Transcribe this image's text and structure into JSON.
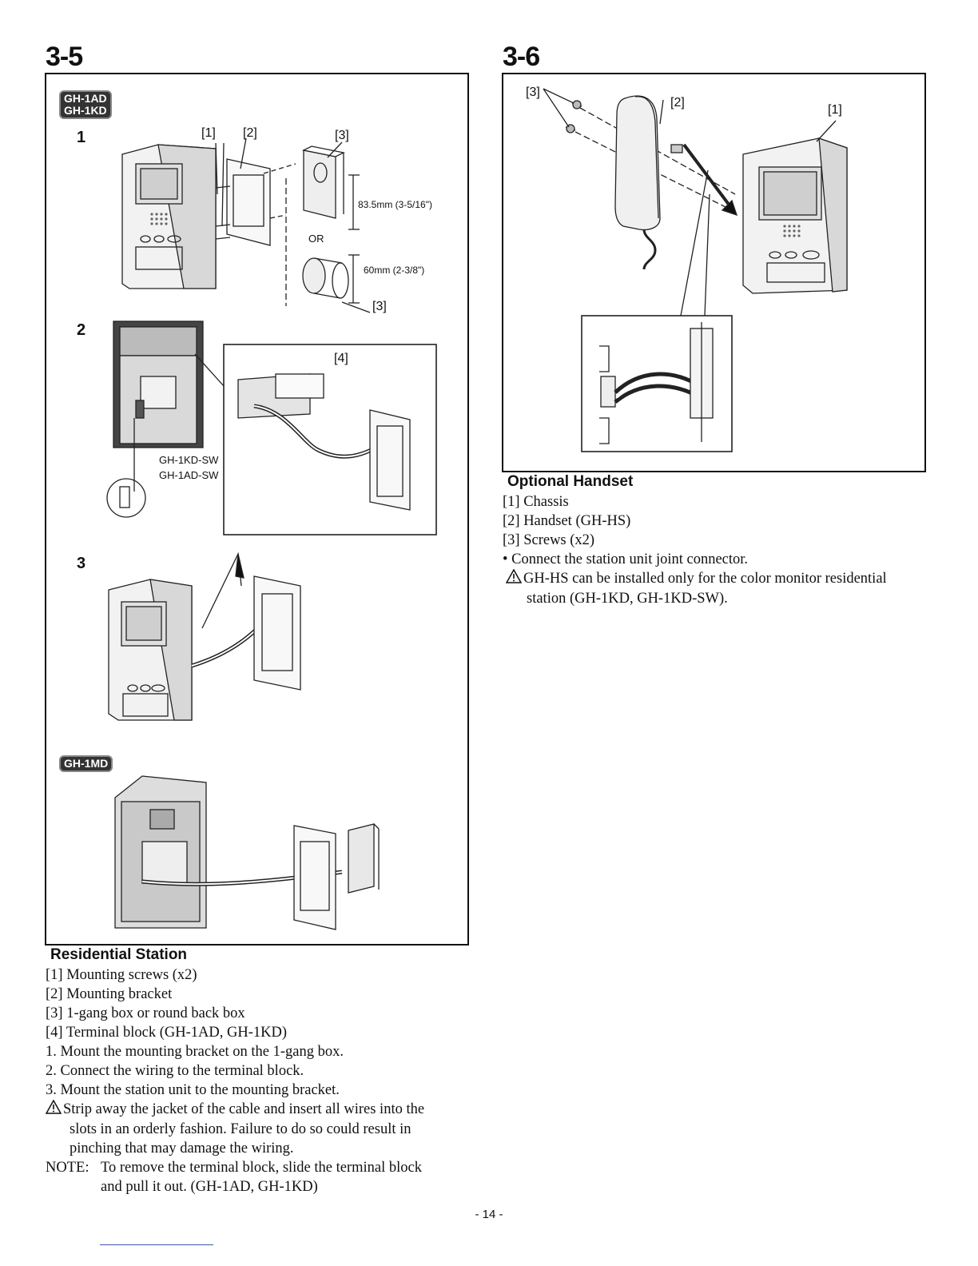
{
  "left": {
    "section_number": "3-5",
    "badges": {
      "top": "GH-1AD\nGH-1KD",
      "top_line1": "GH-1AD",
      "top_line2": "GH-1KD",
      "bottom": "GH-1MD"
    },
    "steps": [
      "1",
      "2",
      "3"
    ],
    "callouts": {
      "c1": "[1]",
      "c2": "[2]",
      "c3": "[3]",
      "c3b": "[3]",
      "c4": "[4]",
      "dim_box": "83.5mm (3-5/16\")",
      "or": "OR",
      "dim_round": "60mm (2-3/8\")",
      "sw_kd": "GH-1KD-SW",
      "sw_ad": "GH-1AD-SW"
    },
    "caption_title": "Residential Station",
    "parts": [
      "[1] Mounting screws (x2)",
      "[2] Mounting bracket",
      "[3] 1-gang box or round back box",
      "[4] Terminal block (GH-1AD, GH-1KD)"
    ],
    "steps_text": [
      "1. Mount the mounting bracket on the 1-gang box.",
      "2. Connect the wiring to the terminal block.",
      "3. Mount the station unit to the mounting bracket."
    ],
    "warning_lines": [
      "Strip away the jacket of the cable and insert all wires into the",
      "slots in an orderly fashion. Failure to do so could result in",
      "pinching that may damage the wiring."
    ],
    "note_label": "NOTE:",
    "note_lines": [
      "To remove the terminal block, slide the terminal block",
      "and pull it out. (GH-1AD, GH-1KD)"
    ]
  },
  "right": {
    "section_number": "3-6",
    "callouts": {
      "c3": "[3]",
      "c2": "[2]",
      "c1": "[1]"
    },
    "caption_title": "Optional Handset",
    "parts": [
      "[1] Chassis",
      "[2] Handset (GH-HS)",
      "[3] Screws (x2)"
    ],
    "bullet": "•  Connect the station unit joint connector.",
    "warning_lines": [
      "GH-HS can be installed only for the color monitor residential",
      "station (GH-1KD, GH-1KD-SW)."
    ]
  },
  "page_number": "- 14 -",
  "icons": {
    "warning": "warning-triangle-icon"
  }
}
